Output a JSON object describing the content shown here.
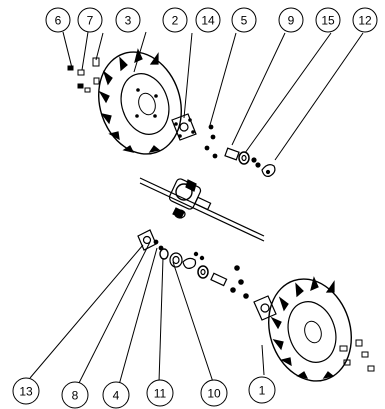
{
  "callouts_top": [
    {
      "id": "callout-6",
      "label": "6"
    },
    {
      "id": "callout-7",
      "label": "7"
    },
    {
      "id": "callout-3",
      "label": "3"
    },
    {
      "id": "callout-2",
      "label": "2"
    },
    {
      "id": "callout-14",
      "label": "14"
    },
    {
      "id": "callout-5",
      "label": "5"
    },
    {
      "id": "callout-9",
      "label": "9"
    },
    {
      "id": "callout-15",
      "label": "15"
    },
    {
      "id": "callout-12",
      "label": "12"
    }
  ],
  "callouts_bottom": [
    {
      "id": "callout-13",
      "label": "13"
    },
    {
      "id": "callout-8",
      "label": "8"
    },
    {
      "id": "callout-4",
      "label": "4"
    },
    {
      "id": "callout-11",
      "label": "11"
    },
    {
      "id": "callout-10",
      "label": "10"
    },
    {
      "id": "callout-1",
      "label": "1"
    }
  ],
  "colors": {
    "ink": "#000000",
    "paper": "#ffffff"
  }
}
